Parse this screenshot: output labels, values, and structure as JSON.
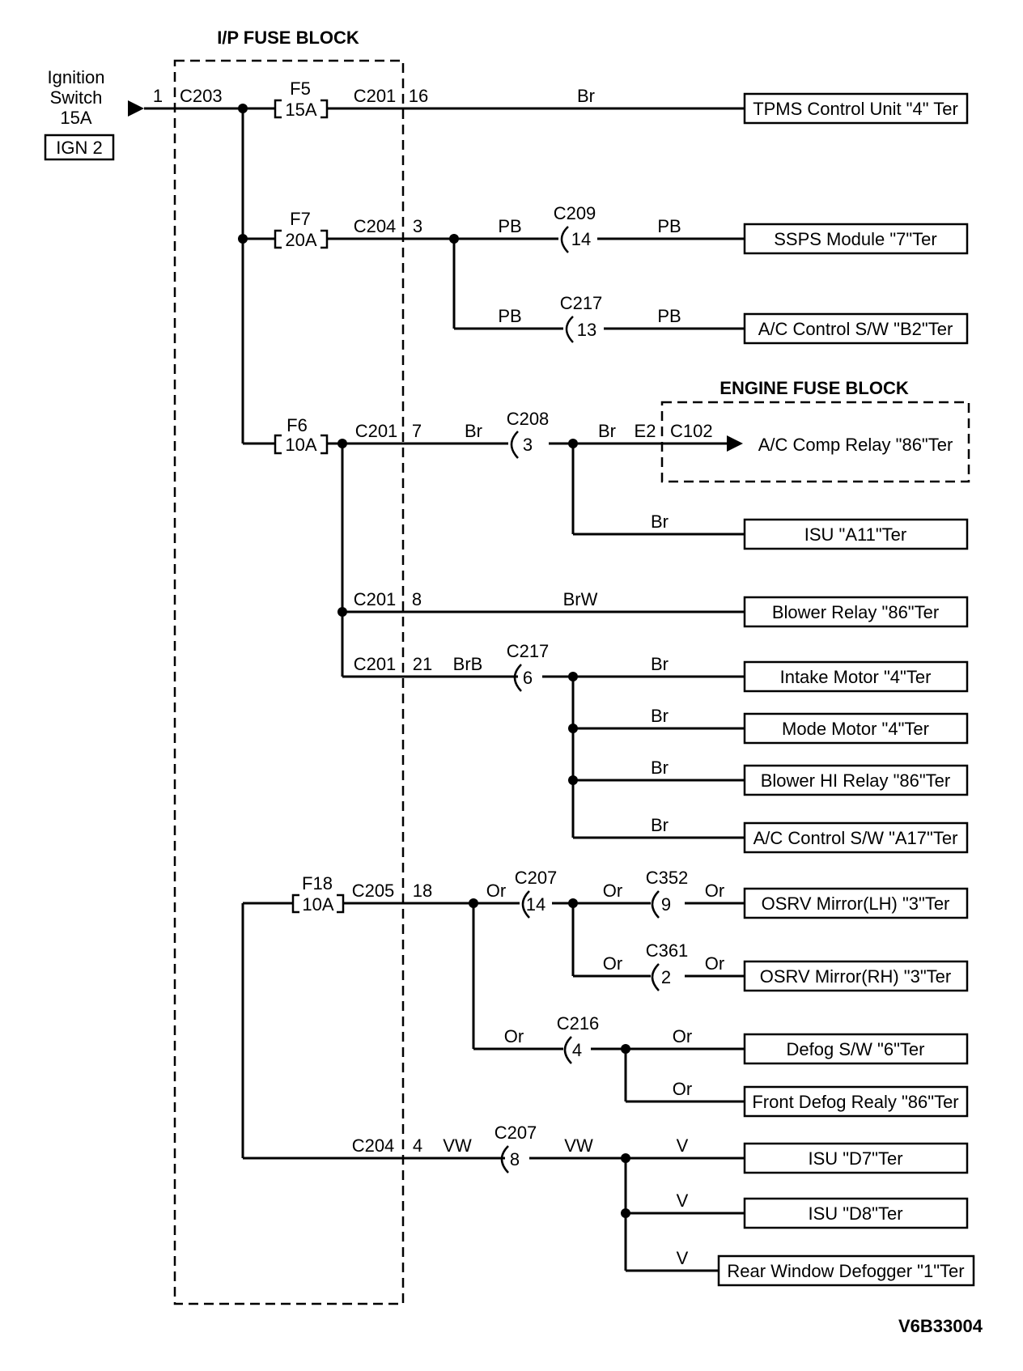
{
  "title": "I/P FUSE BLOCK",
  "engine_block_title": "ENGINE FUSE BLOCK",
  "source": {
    "lines": [
      "Ignition",
      "Switch",
      "15A"
    ],
    "box": "IGN 2",
    "pin": "1",
    "connector": "C203"
  },
  "fuses": [
    {
      "id": "F5",
      "rating": "15A"
    },
    {
      "id": "F7",
      "rating": "20A"
    },
    {
      "id": "F6",
      "rating": "10A"
    },
    {
      "id": "F18",
      "rating": "10A"
    }
  ],
  "connectors": [
    {
      "name": "C201",
      "pin": "16"
    },
    {
      "name": "C204",
      "pin": "3"
    },
    {
      "name": "C201",
      "pin": "7"
    },
    {
      "name": "C201",
      "pin": "8"
    },
    {
      "name": "C201",
      "pin": "21"
    },
    {
      "name": "C205",
      "pin": "18"
    },
    {
      "name": "C204",
      "pin": "4"
    }
  ],
  "inline_connectors": [
    {
      "name": "C209",
      "pin": "14"
    },
    {
      "name": "C217",
      "pin": "13"
    },
    {
      "name": "C208",
      "pin": "3"
    },
    {
      "name": "C217",
      "pin": "6"
    },
    {
      "name": "C207",
      "pin": "14"
    },
    {
      "name": "C352",
      "pin": "9"
    },
    {
      "name": "C361",
      "pin": "2"
    },
    {
      "name": "C216",
      "pin": "4"
    },
    {
      "name": "C207",
      "pin": "8"
    }
  ],
  "engine_connector": {
    "pin": "E2",
    "name": "C102"
  },
  "wire_colors": [
    "Br",
    "PB",
    "PB",
    "PB",
    "PB",
    "Br",
    "Br",
    "Br",
    "BrW",
    "BrB",
    "Br",
    "Br",
    "Br",
    "Br",
    "Or",
    "Or",
    "Or",
    "Or",
    "Or",
    "Or",
    "Or",
    "Or",
    "VW",
    "VW",
    "V",
    "V",
    "V"
  ],
  "terminals": [
    "TPMS Control Unit \"4\" Ter",
    "SSPS Module \"7\"Ter",
    "A/C Control S/W \"B2\"Ter",
    "A/C Comp Relay \"86\"Ter",
    "ISU \"A11\"Ter",
    "Blower Relay \"86\"Ter",
    "Intake Motor \"4\"Ter",
    "Mode Motor \"4\"Ter",
    "Blower HI Relay \"86\"Ter",
    "A/C Control S/W \"A17\"Ter",
    "OSRV Mirror(LH) \"3\"Ter",
    "OSRV Mirror(RH) \"3\"Ter",
    "Defog S/W \"6\"Ter",
    "Front Defog Realy \"86\"Ter",
    "ISU \"D7\"Ter",
    "ISU \"D8\"Ter",
    "Rear Window Defogger \"1\"Ter"
  ],
  "figure_id": "V6B33004"
}
